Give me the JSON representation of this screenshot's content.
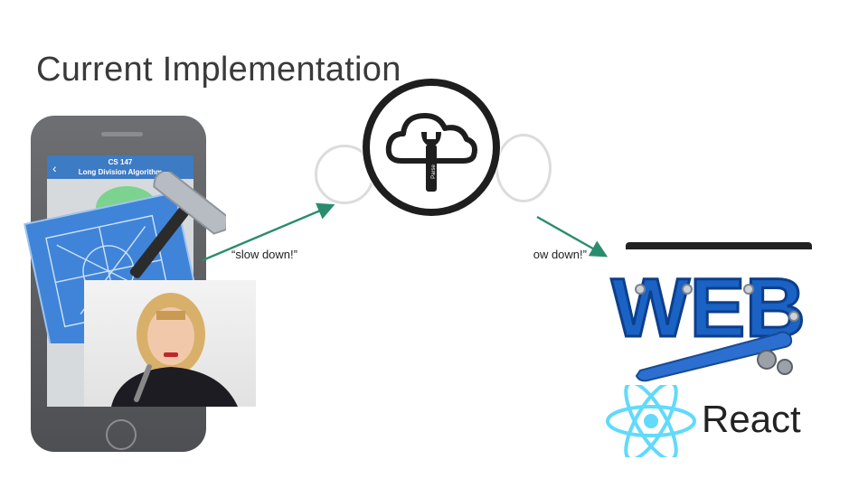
{
  "slide": {
    "title": "Current Implementation"
  },
  "phone_app": {
    "course": "CS 147",
    "screen_title": "Long Division Algorithm"
  },
  "server": {
    "icon_text": "Parse"
  },
  "messages": [
    {
      "text": "“slow down!”"
    },
    {
      "text": "“slow down!”"
    }
  ],
  "web": {
    "logo_letters": "WEB",
    "react_label": "React"
  },
  "colors": {
    "arrow": "#2a8c6e",
    "title": "#3a3a3a",
    "blue_logo": "#1a62c4",
    "react_cyan": "#61dafb"
  }
}
